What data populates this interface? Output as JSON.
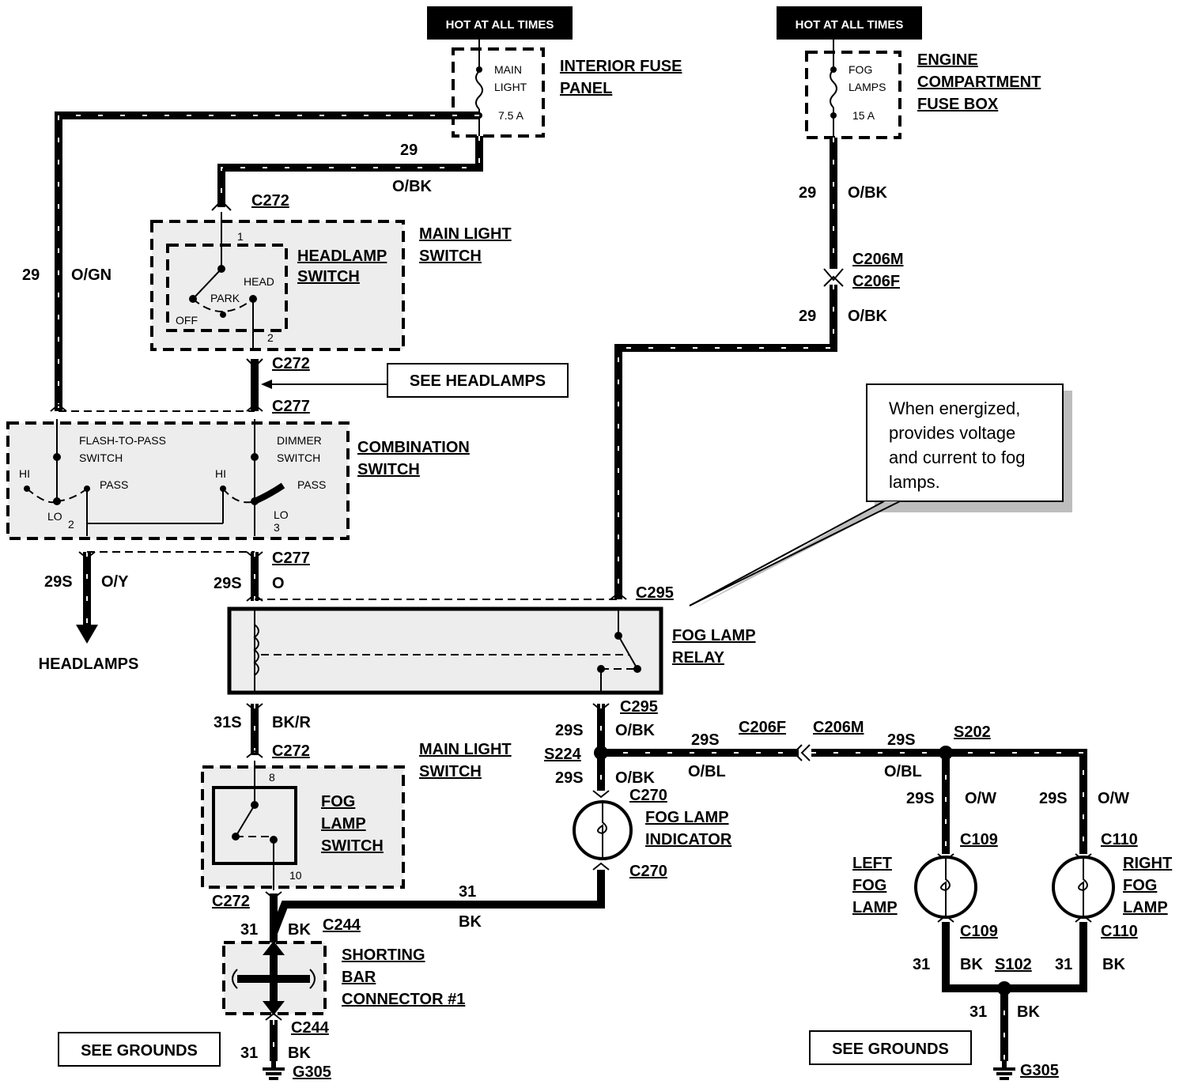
{
  "hot_labels": {
    "left": "HOT AT ALL TIMES",
    "right": "HOT AT ALL TIMES"
  },
  "fuses": {
    "main_light": {
      "name_line1": "MAIN",
      "name_line2": "LIGHT",
      "rating": "7.5 A"
    },
    "fog_lamps": {
      "name_line1": "FOG",
      "name_line2": "LAMPS",
      "rating": "15 A"
    }
  },
  "components": {
    "interior_fuse_panel": [
      "INTERIOR FUSE",
      "PANEL"
    ],
    "engine_compartment_fuse_box": [
      "ENGINE",
      "COMPARTMENT",
      "FUSE BOX"
    ],
    "main_light_switch_top": [
      "MAIN LIGHT",
      "SWITCH"
    ],
    "headlamp_switch": [
      "HEADLAMP",
      "SWITCH"
    ],
    "combination_switch": [
      "COMBINATION",
      "SWITCH"
    ],
    "fog_lamp_relay": [
      "FOG LAMP",
      "RELAY"
    ],
    "main_light_switch_bottom": [
      "MAIN LIGHT",
      "SWITCH"
    ],
    "fog_lamp_switch": [
      "FOG",
      "LAMP",
      "SWITCH"
    ],
    "fog_lamp_indicator": [
      "FOG LAMP",
      "INDICATOR"
    ],
    "left_fog_lamp": [
      "LEFT",
      "FOG",
      "LAMP"
    ],
    "right_fog_lamp": [
      "RIGHT",
      "FOG",
      "LAMP"
    ],
    "shorting_bar": [
      "SHORTING",
      "BAR",
      "CONNECTOR #1"
    ]
  },
  "switch_positions": {
    "head": "HEAD",
    "park": "PARK",
    "off": "OFF",
    "flash_to_pass": [
      "FLASH-TO-PASS",
      "SWITCH"
    ],
    "dimmer": [
      "DIMMER",
      "SWITCH"
    ],
    "hi": "HI",
    "lo": "LO",
    "pass": "PASS"
  },
  "pins": {
    "p1": "1",
    "p2": "2",
    "p3": "3",
    "p8": "8",
    "p10": "10"
  },
  "connectors": {
    "c272": "C272",
    "c277": "C277",
    "c295": "C295",
    "c206m": "C206M",
    "c206f": "C206F",
    "c270": "C270",
    "c244": "C244",
    "c109": "C109",
    "c110": "C110",
    "s224": "S224",
    "s202": "S202",
    "s102": "S102",
    "g305": "G305"
  },
  "circuits": {
    "c29": "29",
    "c29s": "29S",
    "c31": "31",
    "c31s": "31S",
    "o_bk": "O/BK",
    "o_gn": "O/GN",
    "o_y": "O/Y",
    "o": "O",
    "bk_r": "BK/R",
    "o_bl": "O/BL",
    "o_w": "O/W",
    "bk": "BK"
  },
  "references": {
    "see_headlamps": "SEE HEADLAMPS",
    "headlamps": "HEADLAMPS",
    "see_grounds_left": "SEE GROUNDS",
    "see_grounds_right": "SEE GROUNDS"
  },
  "callout": [
    "When energized,",
    "provides voltage",
    "and current to fog",
    "lamps."
  ]
}
